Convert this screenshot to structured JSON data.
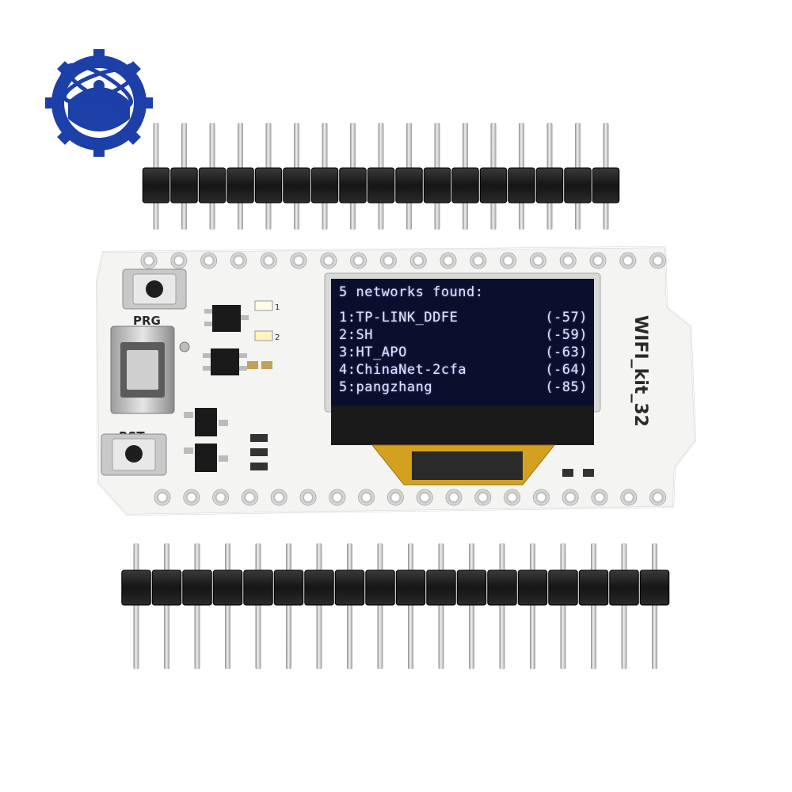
{
  "logo": {
    "icon": "atom-gear-logo",
    "color": "#1c3fa8"
  },
  "board": {
    "name_silk": "WIFI_kit_32",
    "buttons": {
      "prg": "PRG",
      "rst": "RST"
    },
    "led_labels": {
      "d1": "1",
      "d2": "2"
    },
    "color": "#f4f4f2"
  },
  "oled": {
    "header": "5 networks found:",
    "networks": [
      {
        "index": "1:",
        "ssid": "TP-LINK_DDFE",
        "rssi": "(-57)"
      },
      {
        "index": "2:",
        "ssid": "SH",
        "rssi": "(-59)"
      },
      {
        "index": "3:",
        "ssid": "HT_APO",
        "rssi": "(-63)"
      },
      {
        "index": "4:",
        "ssid": "ChinaNet-2cfa",
        "rssi": "(-64)"
      },
      {
        "index": "5:",
        "ssid": "pangzhang",
        "rssi": "(-85)"
      }
    ]
  },
  "headers": {
    "pin_count_top": 17,
    "pin_count_bottom": 18
  }
}
